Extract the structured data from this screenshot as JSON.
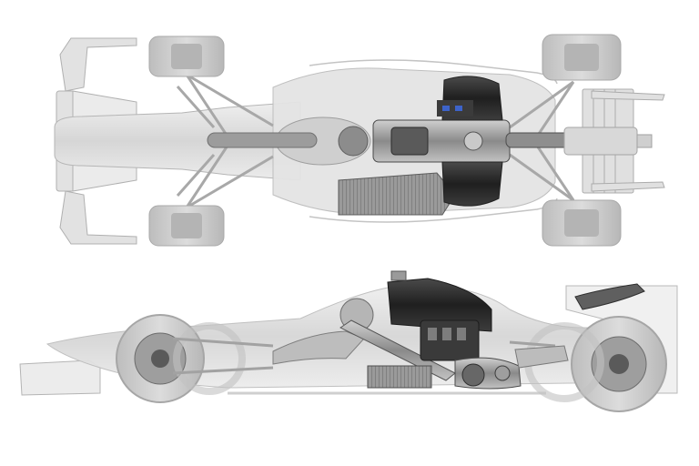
{
  "image": {
    "subject": "formula-one-car-technical-cutaway",
    "views": [
      "top-view",
      "side-view"
    ],
    "colors": {
      "background": "#ffffff",
      "ghost_body": "#d9d9d9",
      "ghost_stroke": "#b5b5b5",
      "tyre": "#c8c8c8",
      "engine_dark": "#2e2e2e",
      "engine_mid": "#6a6a6a",
      "metal_light": "#a9a9a9"
    }
  }
}
